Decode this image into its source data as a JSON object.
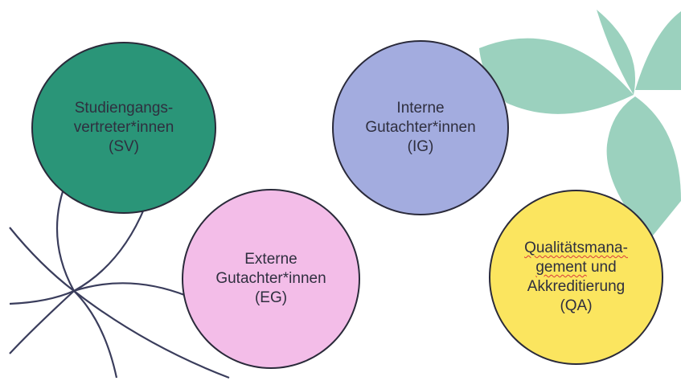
{
  "colors": {
    "background": "#ffffff",
    "outline": "#2a2a3a",
    "text": "#2f2f3f",
    "lines": "#3a3d5c",
    "leaves": "#9bd1be",
    "sv": "#2a9578",
    "ig": "#a3acdf",
    "eg": "#f3bde8",
    "qa": "#fbe55f",
    "spellcheck": "#d83b3b"
  },
  "circles": {
    "sv": {
      "lines": [
        "Studiengangs-",
        "vertreter*innen",
        "(SV)"
      ]
    },
    "ig": {
      "lines": [
        "Interne",
        "Gutachter*innen",
        "(IG)"
      ]
    },
    "eg": {
      "lines": [
        "Externe",
        "Gutachter*innen",
        "(EG)"
      ]
    },
    "qa": {
      "lines": [
        "Qualitätsmana-",
        "gement",
        " und",
        "Akkreditierung",
        "(QA)"
      ]
    }
  }
}
